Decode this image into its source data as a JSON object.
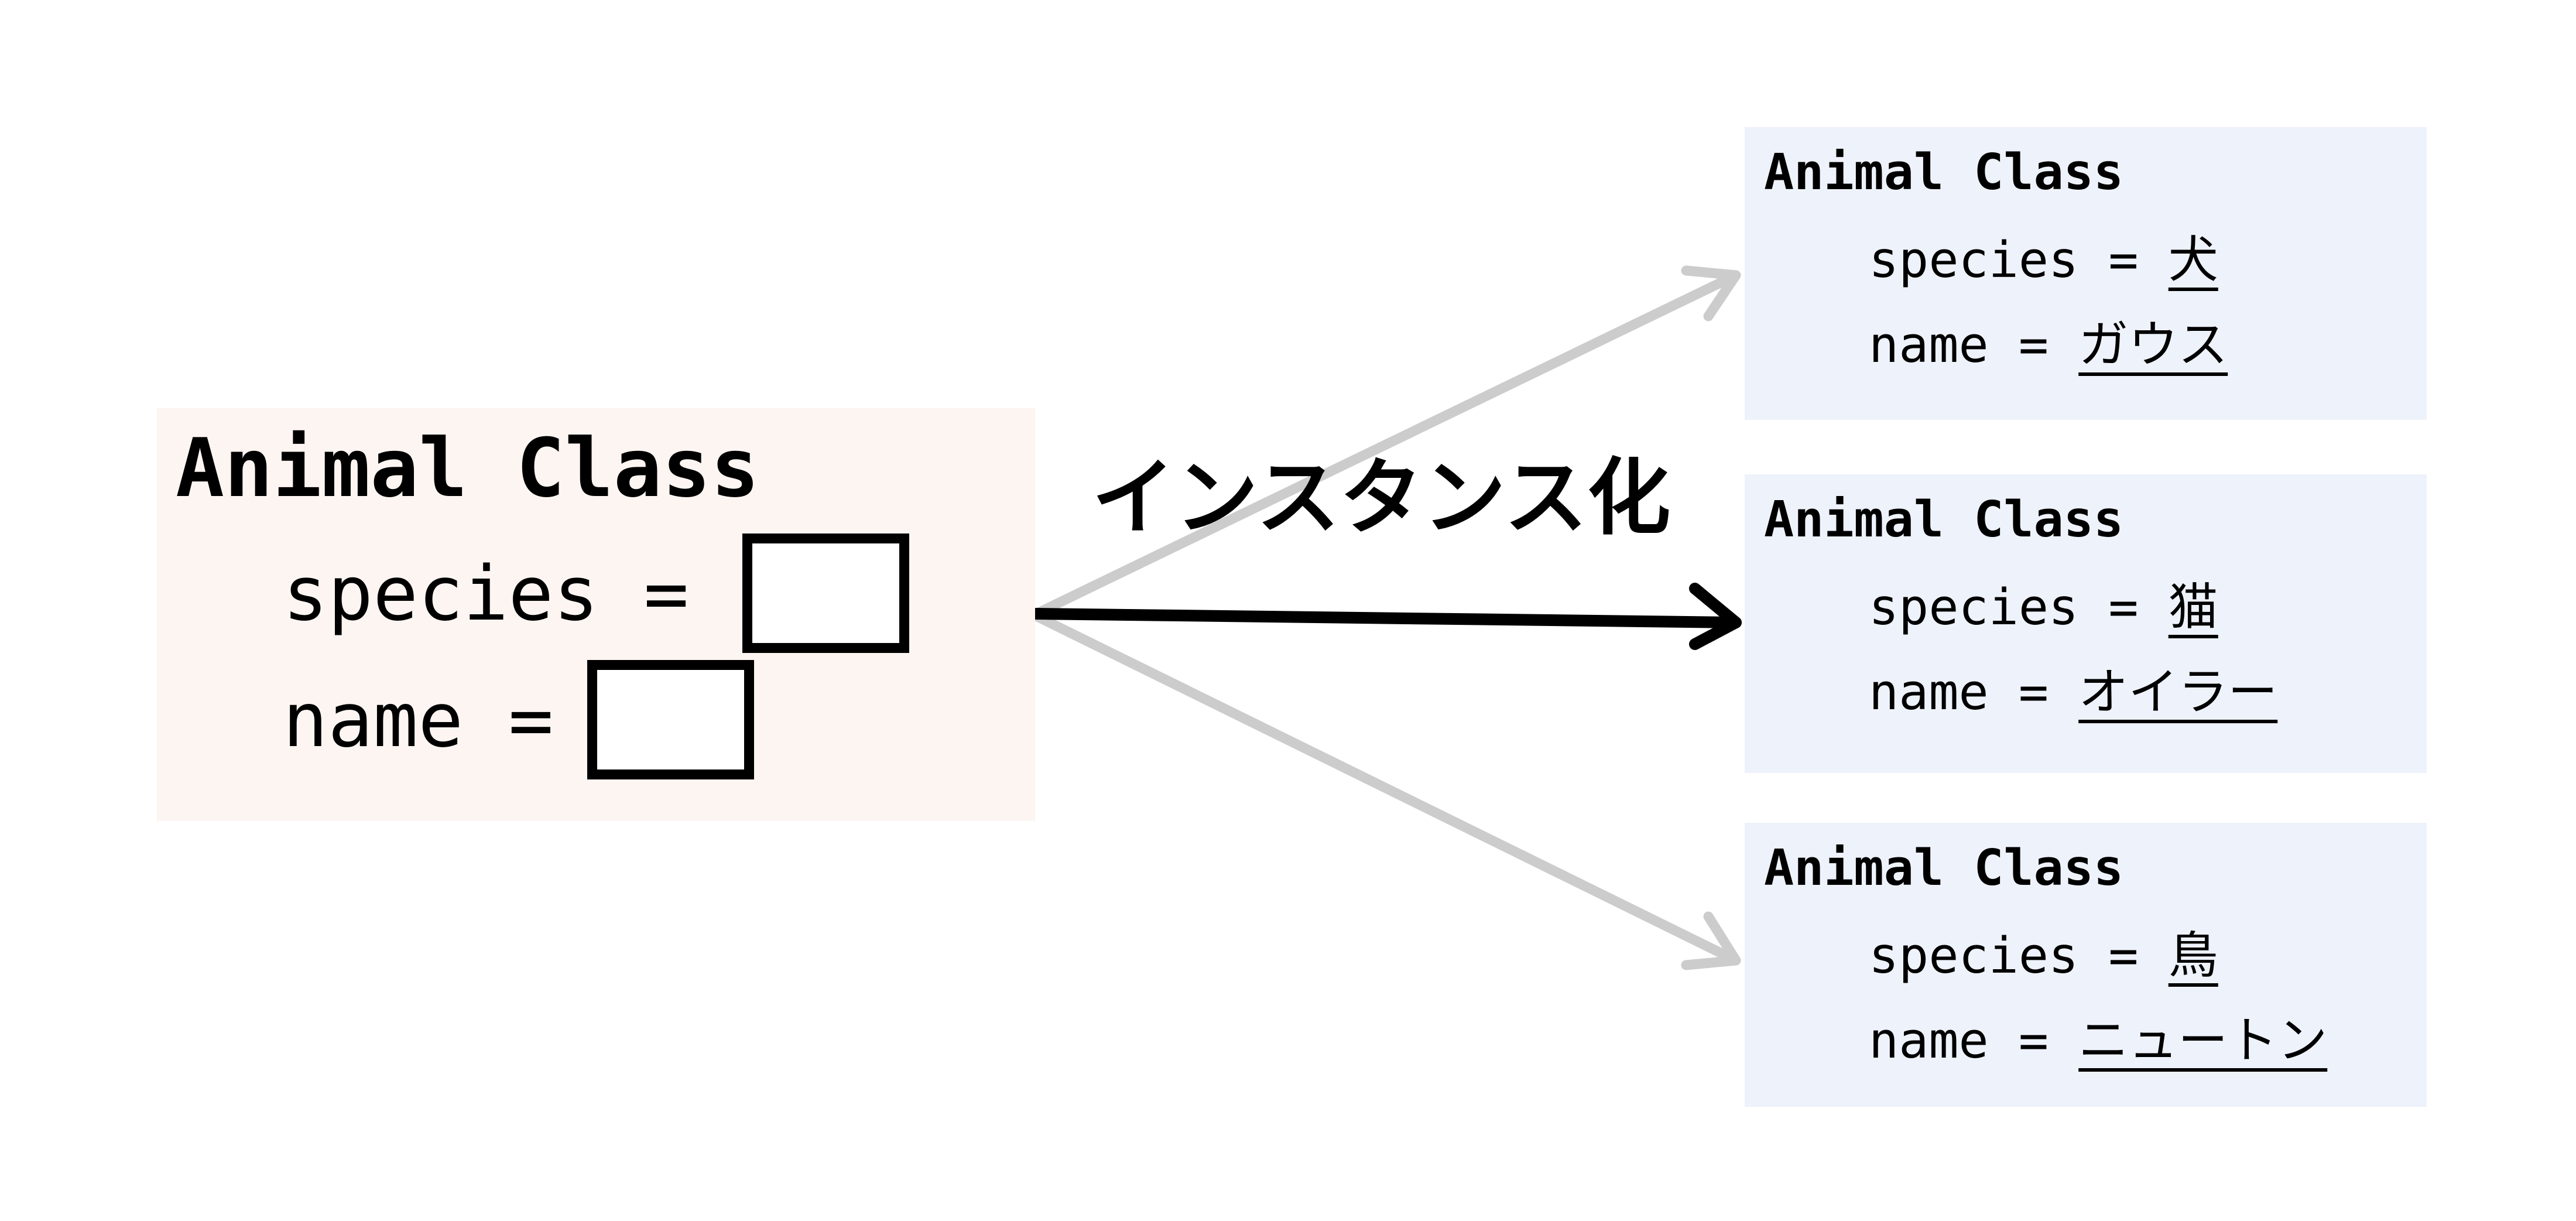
{
  "template_class": {
    "title": "Animal Class",
    "species_label": "species =",
    "name_label": "name ="
  },
  "instantiation_label": "インスタンス化",
  "instances": [
    {
      "title": "Animal Class",
      "species_label": "species = ",
      "species": "犬",
      "name_label": "name = ",
      "name": "ガウス"
    },
    {
      "title": "Animal Class",
      "species_label": "species = ",
      "species": "猫",
      "name_label": "name = ",
      "name": "オイラー"
    },
    {
      "title": "Animal Class",
      "species_label": "species = ",
      "species": "鳥",
      "name_label": "name = ",
      "name": "ニュートン"
    }
  ],
  "colors": {
    "template_bg": "#fdf5f2",
    "instance_bg": "#eef2fa",
    "highlight_arrow": "#000000",
    "muted_arrow": "#cccccc"
  }
}
